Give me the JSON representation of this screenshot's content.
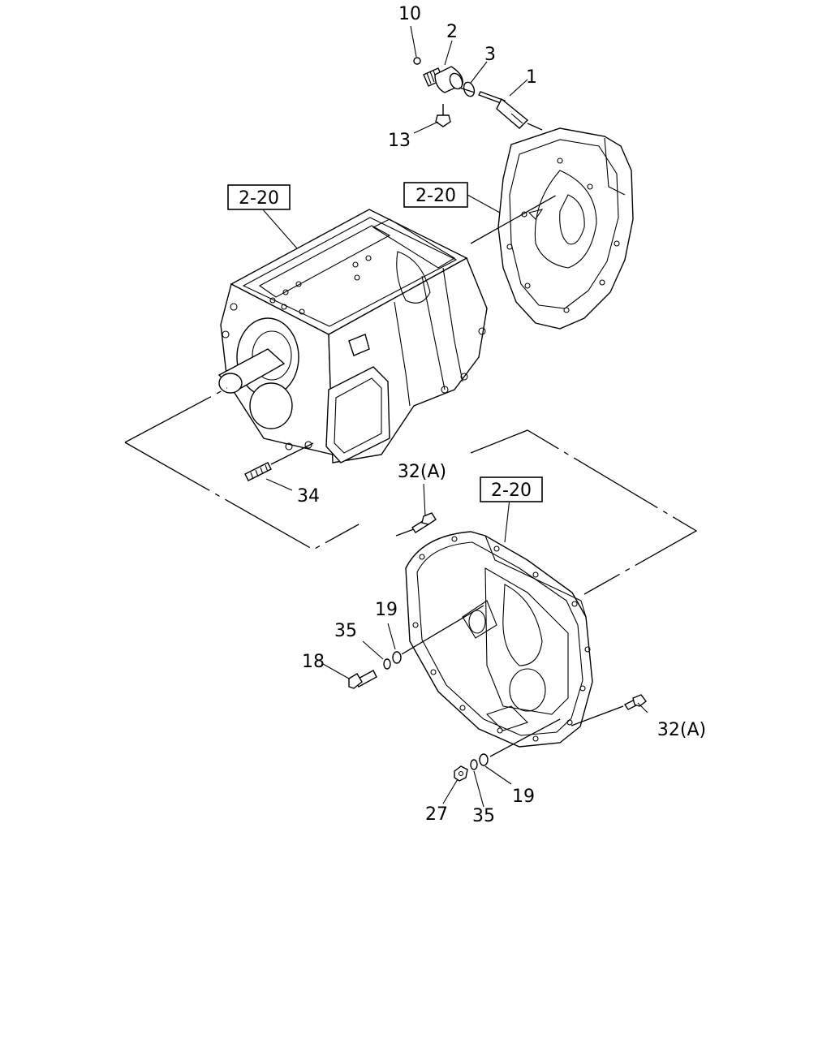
{
  "diagram": {
    "callouts": [
      {
        "id": "c10",
        "text": "10"
      },
      {
        "id": "c2",
        "text": "2"
      },
      {
        "id": "c3",
        "text": "3"
      },
      {
        "id": "c1",
        "text": "1"
      },
      {
        "id": "c13",
        "text": "13"
      },
      {
        "id": "c34",
        "text": "34"
      },
      {
        "id": "c32a_top",
        "text": "32(A)"
      },
      {
        "id": "c19_left",
        "text": "19"
      },
      {
        "id": "c35_left",
        "text": "35"
      },
      {
        "id": "c18",
        "text": "18"
      },
      {
        "id": "c32a_right",
        "text": "32(A)"
      },
      {
        "id": "c19_bottom",
        "text": "19"
      },
      {
        "id": "c27",
        "text": "27"
      },
      {
        "id": "c35_bottom",
        "text": "35"
      }
    ],
    "ref_boxes": [
      {
        "id": "ref_left",
        "text": "2-20"
      },
      {
        "id": "ref_mid",
        "text": "2-20"
      },
      {
        "id": "ref_bottom",
        "text": "2-20"
      }
    ]
  }
}
